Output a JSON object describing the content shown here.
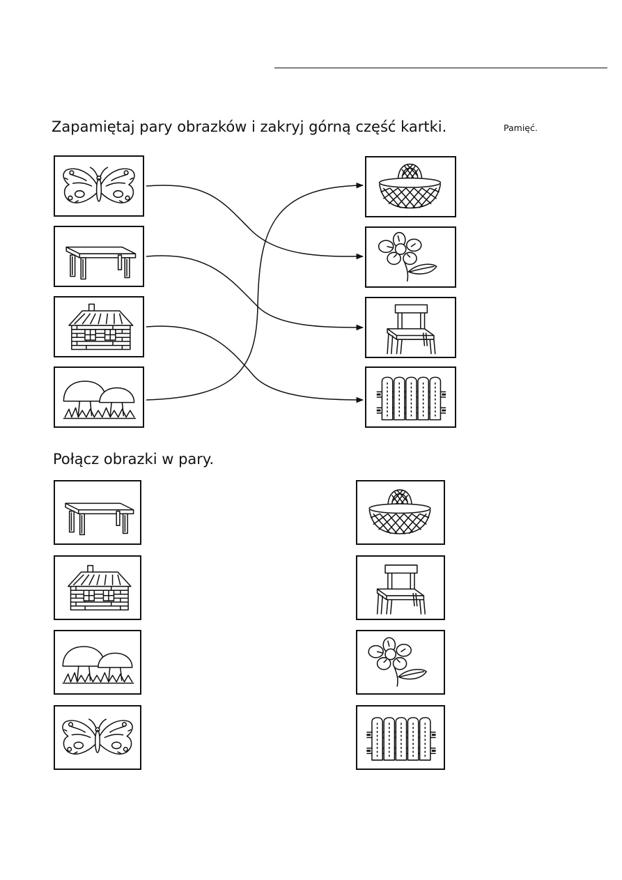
{
  "worksheet": {
    "category_tag": "Pamięć.",
    "task1": {
      "instruction": "Zapamiętaj pary obrazków i zakryj górną część kartki.",
      "left_items": [
        "butterfly-icon",
        "table-icon",
        "house-icon",
        "mushrooms-icon"
      ],
      "right_items": [
        "basket-icon",
        "flower-icon",
        "chair-icon",
        "fence-icon"
      ],
      "pairs": [
        {
          "left": "butterfly",
          "right": "flower"
        },
        {
          "left": "table",
          "right": "chair"
        },
        {
          "left": "house",
          "right": "fence"
        },
        {
          "left": "mushrooms",
          "right": "basket"
        }
      ]
    },
    "task2": {
      "instruction": "Połącz obrazki w pary.",
      "left_items": [
        "table-icon",
        "house-icon",
        "mushrooms-icon",
        "butterfly-icon"
      ],
      "right_items": [
        "basket-icon",
        "chair-icon",
        "flower-icon",
        "fence-icon"
      ]
    }
  }
}
